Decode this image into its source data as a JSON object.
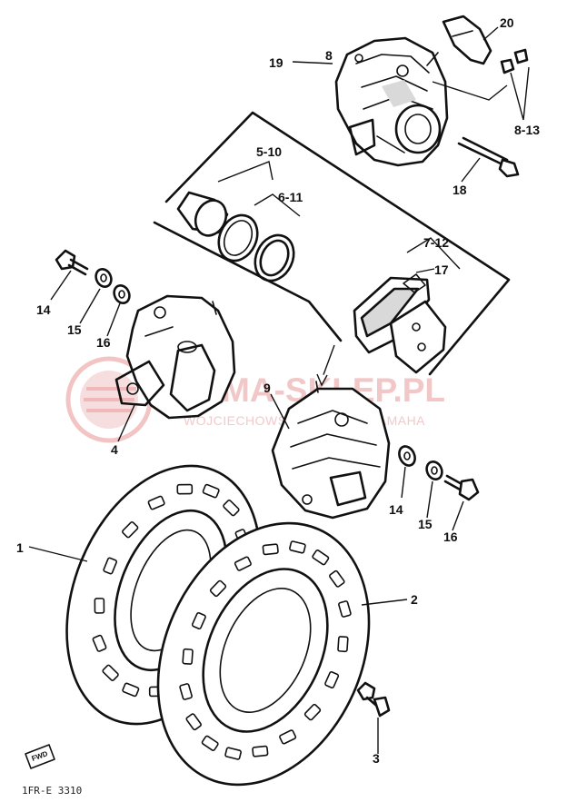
{
  "watermark": {
    "main_text": "YAMA-SKLEP.PL",
    "sub_text": "WOJCIECHOWSKI - DEALER YAMAHA",
    "color": "#e8a0a0"
  },
  "footer_code": "1FR-E 3310",
  "fwd_tag": "FWD",
  "callouts": [
    {
      "id": "1",
      "text": "1"
    },
    {
      "id": "2",
      "text": "2"
    },
    {
      "id": "3",
      "text": "3"
    },
    {
      "id": "4",
      "text": "4"
    },
    {
      "id": "9",
      "text": "9"
    },
    {
      "id": "14-left",
      "text": "14"
    },
    {
      "id": "15-left",
      "text": "15"
    },
    {
      "id": "16-left",
      "text": "16"
    },
    {
      "id": "14-right",
      "text": "14"
    },
    {
      "id": "15-right",
      "text": "15"
    },
    {
      "id": "16-right",
      "text": "16"
    },
    {
      "id": "18",
      "text": "18"
    },
    {
      "id": "19",
      "text": "19"
    },
    {
      "id": "20",
      "text": "20"
    },
    {
      "id": "8-13",
      "text": "8-13"
    },
    {
      "id": "5-10",
      "text": "5-10"
    },
    {
      "id": "6-11",
      "text": "6-11"
    },
    {
      "id": "7-12",
      "text": "7-12"
    },
    {
      "id": "17",
      "text": "17"
    },
    {
      "id": "8",
      "text": "8"
    }
  ]
}
